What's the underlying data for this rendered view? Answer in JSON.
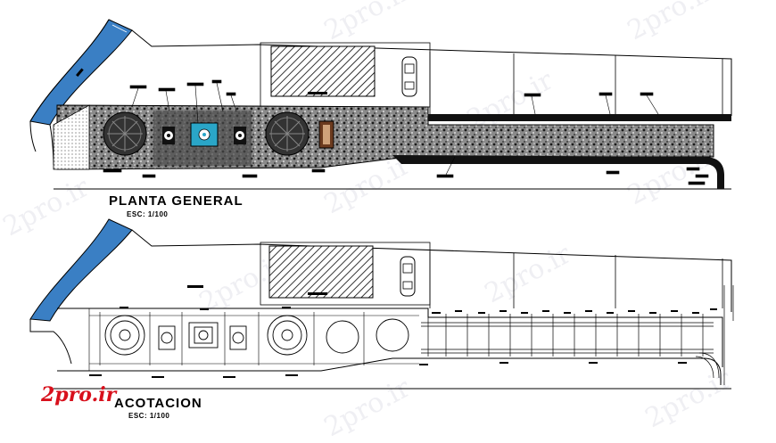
{
  "drawings": {
    "plan_title": "PLANTA GENERAL",
    "plan_scale": "ESC: 1/100",
    "dimension_title": "ACOTACION",
    "dimension_scale": "ESC: 1/100"
  },
  "logo": {
    "text": "2pro.ir",
    "color": "#d8101c"
  },
  "watermark": {
    "text": "2pro.ir"
  },
  "colors": {
    "water": "#3a7fc4",
    "ink": "#000000",
    "paving": "#9a9a9a",
    "fountain": "#2aa6c8"
  }
}
